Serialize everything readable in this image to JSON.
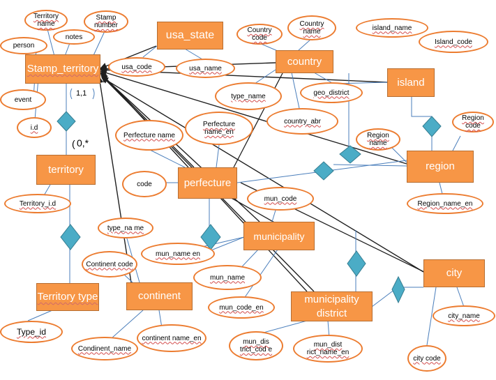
{
  "colors": {
    "entity_fill": "#f79646",
    "attribute_border": "#ec7c30",
    "relationship_fill": "#4bacc6",
    "line": "#1f1f1f",
    "connector": "#4a7ebb"
  },
  "entities": {
    "stamp_territory": "Stamp_territory",
    "usa_state": "usa_state",
    "country": "country",
    "island": "island",
    "region": "region",
    "territory": "territory",
    "perfecture": "perfecture",
    "municipality": "municipality",
    "city": "city",
    "territory_type": "Territory type",
    "continent": "continent",
    "municipality_district": "municipality district"
  },
  "attributes": {
    "territory_name": "Territory name",
    "stamp_number": "Stamp number",
    "notes": "notes",
    "person": "person",
    "event": "event",
    "id": "i.d",
    "usa_code": "usa_code",
    "usa_name": "usa_name",
    "country_code": "Country code",
    "country_name": "Country name",
    "island_name": "island_name",
    "island_code": "Island_code",
    "type_name": "type_name",
    "geo_district": "geo_district",
    "country_abr": "country_abr",
    "region_code": "Region code",
    "region_name": "Region name",
    "region_name_en": "Region_name_en",
    "perfecture_name": "Perfecture name",
    "perfecture_name_en": "Perfecture name_en",
    "code": "code",
    "territory_id": "Territory_i.d",
    "mun_code": "mun_code",
    "type_na_me": "type_na me",
    "mun_name_en": "mun_name en",
    "continent_code": "Continent code",
    "mun_name": "mun_name",
    "mun_code_en": "mun_code_en",
    "type_id": "Type_id",
    "continent_name": "Condinent_name",
    "continent_name_en": "continent name_en",
    "mun_dis_trict_code": "mun_dis trict_cod e",
    "mun_district_name_en": "mun_dist rict_name_en",
    "city_name": "city_name",
    "city_code": "city code"
  },
  "cardinalities": {
    "one_one": "1,1",
    "zero_many": "0,*"
  }
}
